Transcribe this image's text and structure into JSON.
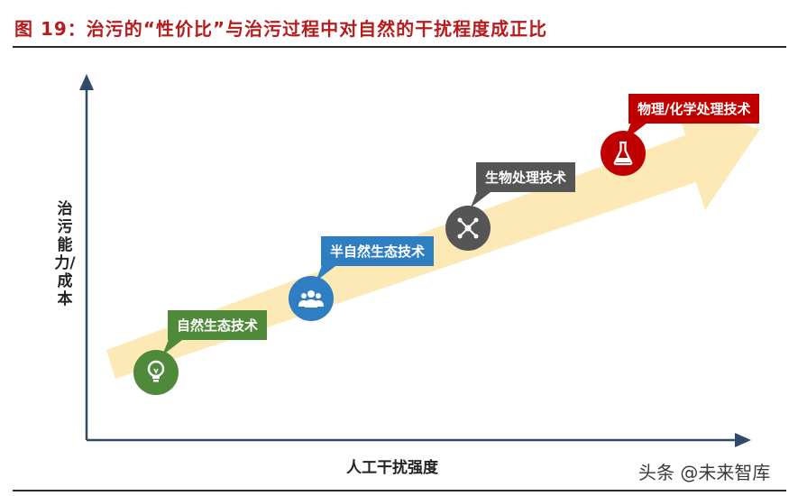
{
  "title": "图 19：治污的“性价比”与治污过程中对自然的干扰程度成正比",
  "y_axis_label": "治污能力/成本",
  "x_axis_label": "人工干扰强度",
  "stages": [
    {
      "label": "自然生态技术",
      "color": "#4e8a3a",
      "icon": "lightbulb-icon"
    },
    {
      "label": "半自然生态技术",
      "color": "#2f7ec1",
      "icon": "people-icon"
    },
    {
      "label": "生物处理技术",
      "color": "#555555",
      "icon": "molecule-icon"
    },
    {
      "label": "物理/化学处理技术",
      "color": "#c00000",
      "icon": "flask-icon"
    }
  ],
  "watermark": "头条 @未来智库",
  "colors": {
    "arrow": "#fde9b6",
    "axis": "#2f4a6b",
    "title": "#b71c1c"
  }
}
